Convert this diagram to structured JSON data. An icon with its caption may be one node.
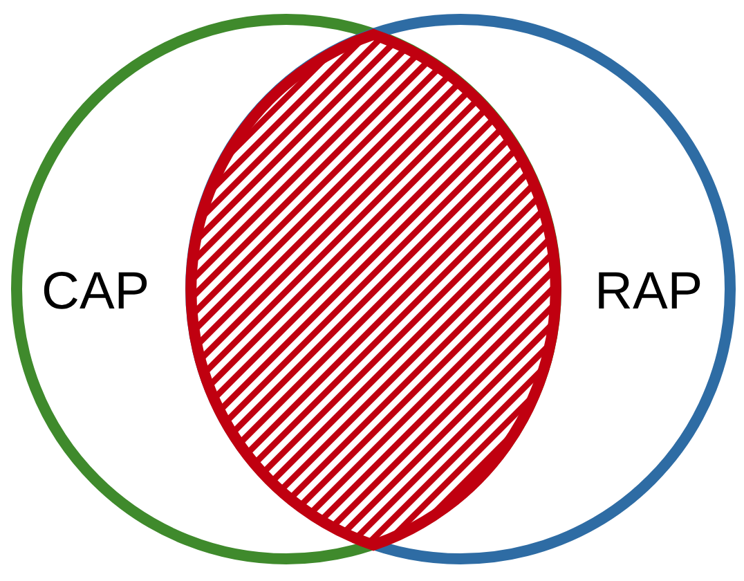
{
  "diagram": {
    "nodes": [
      {
        "text": [
          "CAP"
        ]
      },
      {
        "text": [
          "RAP"
        ]
      },
      {
        "text": [],
        "shape": "lens"
      }
    ]
  }
}
